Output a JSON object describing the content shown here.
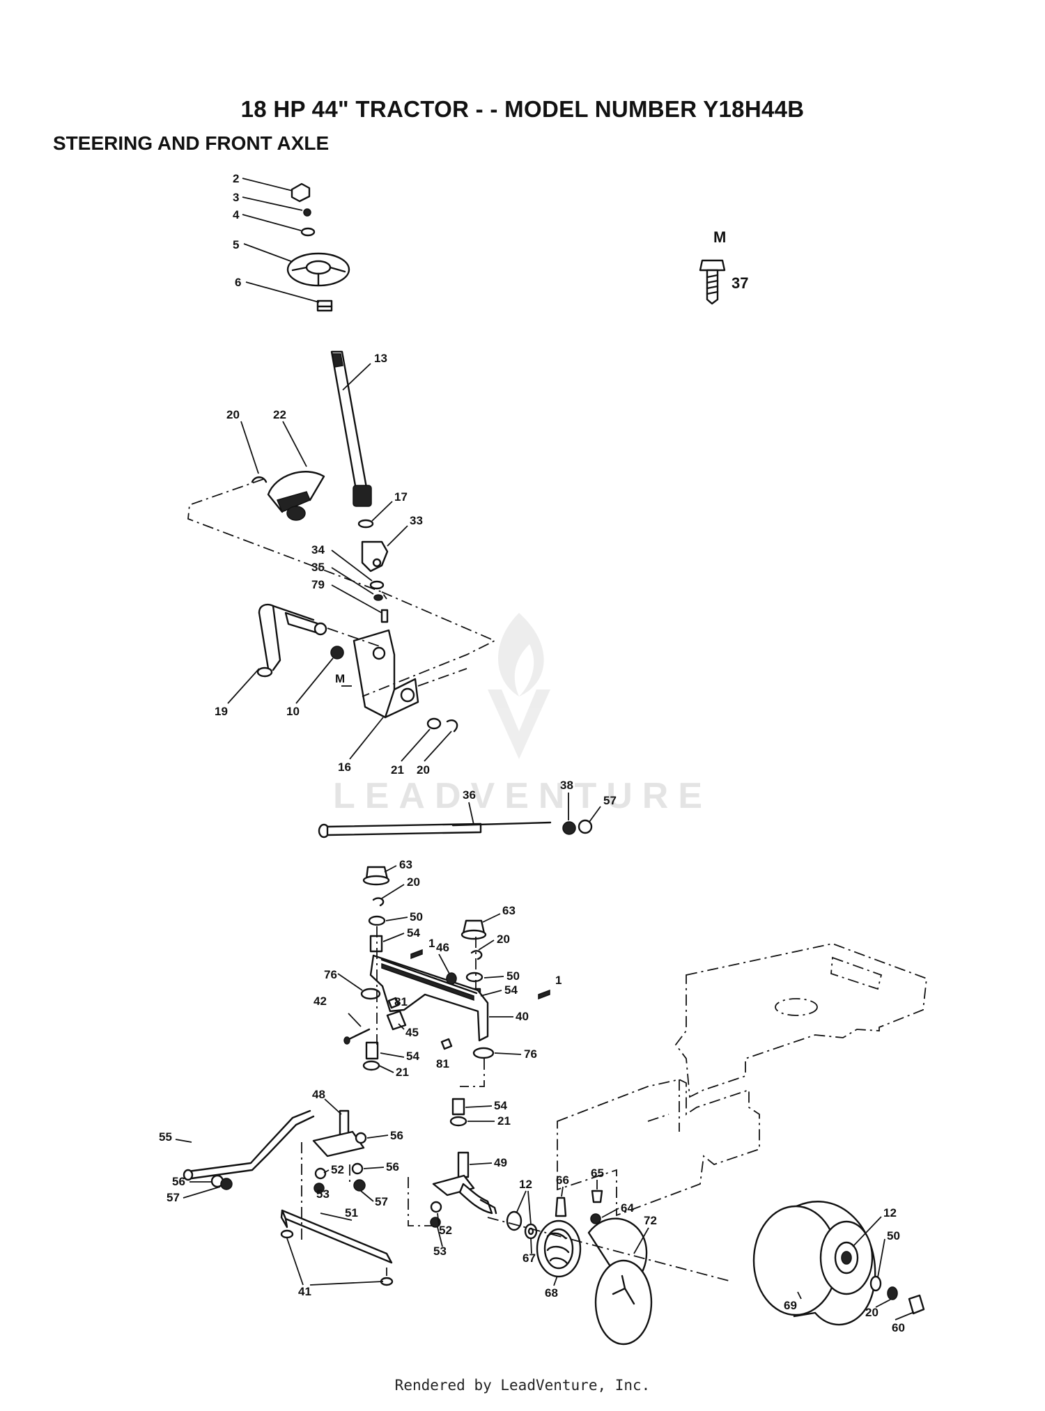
{
  "title": "18 HP 44\" TRACTOR - - MODEL NUMBER Y18H44B",
  "subtitle": "STEERING AND FRONT AXLE",
  "watermark": "LEADVENTURE",
  "footer": "Rendered by LeadVenture, Inc.",
  "callouts": [
    {
      "id": "c2",
      "text": "2"
    },
    {
      "id": "c3",
      "text": "3"
    },
    {
      "id": "c4",
      "text": "4"
    },
    {
      "id": "c5",
      "text": "5"
    },
    {
      "id": "c6",
      "text": "6"
    },
    {
      "id": "c13",
      "text": "13"
    },
    {
      "id": "c20a",
      "text": "20"
    },
    {
      "id": "c22",
      "text": "22"
    },
    {
      "id": "c17",
      "text": "17"
    },
    {
      "id": "c33",
      "text": "33"
    },
    {
      "id": "c34",
      "text": "34"
    },
    {
      "id": "c35",
      "text": "35"
    },
    {
      "id": "c79",
      "text": "79"
    },
    {
      "id": "cM2",
      "text": "M"
    },
    {
      "id": "c19",
      "text": "19"
    },
    {
      "id": "c10",
      "text": "10"
    },
    {
      "id": "c16",
      "text": "16"
    },
    {
      "id": "c21a",
      "text": "21"
    },
    {
      "id": "c20b",
      "text": "20"
    },
    {
      "id": "c36",
      "text": "36"
    },
    {
      "id": "c38",
      "text": "38"
    },
    {
      "id": "c57a",
      "text": "57"
    },
    {
      "id": "c63a",
      "text": "63"
    },
    {
      "id": "c20c",
      "text": "20"
    },
    {
      "id": "c50a",
      "text": "50"
    },
    {
      "id": "c54a",
      "text": "54"
    },
    {
      "id": "c1a",
      "text": "1"
    },
    {
      "id": "c46",
      "text": "46"
    },
    {
      "id": "c63b",
      "text": "63"
    },
    {
      "id": "c20d",
      "text": "20"
    },
    {
      "id": "c50b",
      "text": "50"
    },
    {
      "id": "c1b",
      "text": "1"
    },
    {
      "id": "c54b",
      "text": "54"
    },
    {
      "id": "c76a",
      "text": "76"
    },
    {
      "id": "c42",
      "text": "42"
    },
    {
      "id": "c81a",
      "text": "81"
    },
    {
      "id": "c45",
      "text": "45"
    },
    {
      "id": "c40",
      "text": "40"
    },
    {
      "id": "c54c",
      "text": "54"
    },
    {
      "id": "c21b",
      "text": "21"
    },
    {
      "id": "c81b",
      "text": "81"
    },
    {
      "id": "c76b",
      "text": "76"
    },
    {
      "id": "c54d",
      "text": "54"
    },
    {
      "id": "c21c",
      "text": "21"
    },
    {
      "id": "c48",
      "text": "48"
    },
    {
      "id": "c55",
      "text": "55"
    },
    {
      "id": "c56a",
      "text": "56"
    },
    {
      "id": "c56b",
      "text": "56"
    },
    {
      "id": "c57b",
      "text": "57"
    },
    {
      "id": "c52a",
      "text": "52"
    },
    {
      "id": "c53a",
      "text": "53"
    },
    {
      "id": "c56c",
      "text": "56"
    },
    {
      "id": "c57c",
      "text": "57"
    },
    {
      "id": "c49",
      "text": "49"
    },
    {
      "id": "c12a",
      "text": "12"
    },
    {
      "id": "c66",
      "text": "66"
    },
    {
      "id": "c65",
      "text": "65"
    },
    {
      "id": "c64",
      "text": "64"
    },
    {
      "id": "c72",
      "text": "72"
    },
    {
      "id": "c51",
      "text": "51"
    },
    {
      "id": "c52b",
      "text": "52"
    },
    {
      "id": "c53b",
      "text": "53"
    },
    {
      "id": "c67",
      "text": "67"
    },
    {
      "id": "c68",
      "text": "68"
    },
    {
      "id": "c41",
      "text": "41"
    },
    {
      "id": "c12b",
      "text": "12"
    },
    {
      "id": "c50c",
      "text": "50"
    },
    {
      "id": "c69",
      "text": "69"
    },
    {
      "id": "c20e",
      "text": "20"
    },
    {
      "id": "c60",
      "text": "60"
    },
    {
      "id": "cM1",
      "text": "M"
    },
    {
      "id": "c37",
      "text": "37"
    }
  ]
}
